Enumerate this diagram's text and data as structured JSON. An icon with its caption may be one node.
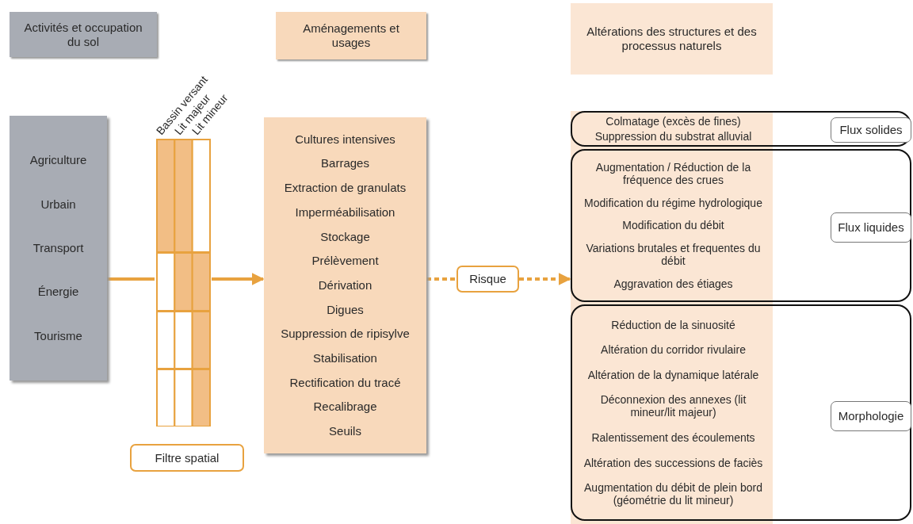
{
  "diagram": {
    "nodes": [
      {
        "text": [
          "Activités et occupation du sol"
        ]
      },
      {
        "text": [
          "Aménagements et usages"
        ]
      },
      {
        "text": [
          "Altérations des structures et des processus naturels"
        ]
      },
      {
        "text": [
          "Agriculture",
          "Urbain",
          "Transport",
          "Énergie",
          "Tourisme"
        ]
      },
      {
        "text": [
          "Bassin versant",
          "Lit majeur",
          "Lit mineur"
        ]
      },
      {
        "text": [
          "Filtre spatial"
        ]
      },
      {
        "text": [
          "Cultures intensives",
          "Barrages",
          "Extraction de granulats",
          "Imperméabilisation",
          "Stockage",
          "Prélèvement",
          "Dérivation",
          "Digues",
          "Suppression de ripisylve",
          "Stabilisation",
          "Rectification du tracé",
          "Recalibrage",
          "Seuils"
        ]
      },
      {
        "text": [
          "Risque"
        ]
      },
      {
        "text": [
          "Colmatage (excès de fines)",
          "Suppression du substrat alluvial"
        ]
      },
      {
        "text": [
          "Flux solides"
        ],
        "in": 8
      },
      {
        "text": [
          "Augmentation / Réduction de la fréquence des crues",
          "Modification du régime hydrologique",
          "Modification du débit",
          "Variations brutales et frequentes du débit",
          "Aggravation des étiages"
        ]
      },
      {
        "text": [
          "Flux liquides"
        ],
        "in": 10
      },
      {
        "text": [
          "Réduction de la sinuosité",
          "Altération du corridor rivulaire",
          "Altération de la dynamique latérale",
          "Déconnexion des annexes (lit mineur/lit majeur)",
          "Ralentissement des écoulements",
          "Altération des successions de faciès",
          "Augmentation du débit de plein bord (géométrie du lit mineur)"
        ]
      },
      {
        "text": [
          "Morphologie"
        ],
        "in": 12
      }
    ],
    "edges": [
      {
        "from": 3,
        "to": 4,
        "arrow": "none"
      },
      {
        "from": 4,
        "to": 6,
        "arrow": "to"
      },
      {
        "from": 6,
        "to": 7,
        "arrow": "none",
        "style": "dashed"
      },
      {
        "from": 7,
        "to": 10,
        "arrow": "to",
        "style": "dashed"
      }
    ]
  }
}
